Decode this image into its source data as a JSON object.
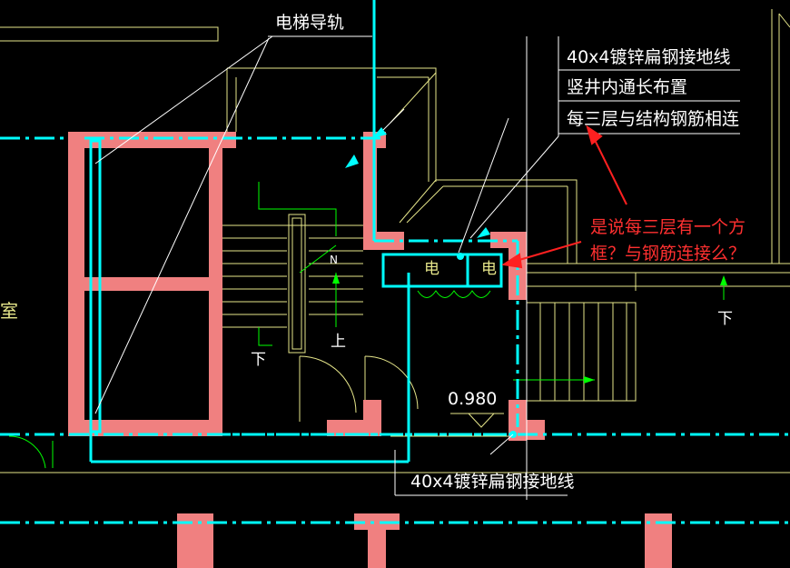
{
  "labels": {
    "elevator_rail": "电梯导轨",
    "ground_line_top": "40x4镀锌扁钢接地线",
    "shaft_layout": "竖井内通长布置",
    "connect_every_three": "每三层与结构钢筋相连",
    "ground_line_bottom": "40x4镀锌扁钢接地线",
    "elevation": "0.980",
    "down_stair": "下",
    "up_stair": "上",
    "down_right": "下",
    "room_partial": "室",
    "elec_1": "电",
    "elec_2": "电",
    "n_mark": "N"
  },
  "annotation": {
    "question_line1": "是说每三层有一个方",
    "question_line2": "框？与钢筋连接么？"
  },
  "colors": {
    "background": "#000000",
    "wall": "#f08080",
    "ground_line": "#00ffff",
    "drawing_line": "#e6e68a",
    "stair_green": "#00ff00",
    "label_white": "#ffffff",
    "annotation_red": "#ff3030"
  }
}
